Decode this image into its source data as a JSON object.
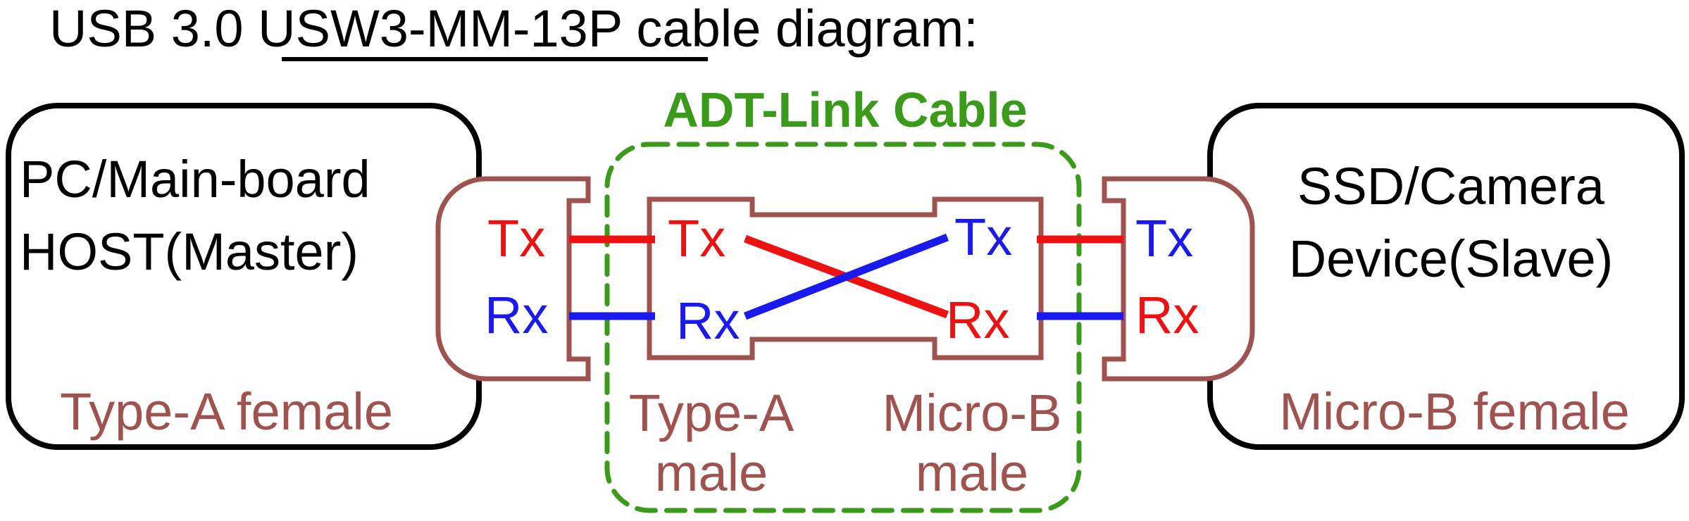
{
  "title": {
    "prefix": "USB 3.0 ",
    "model": "USW3-MM-13P",
    "suffix": " cable diagram:"
  },
  "host": {
    "line1": "PC/Main-board",
    "line2": "HOST(Master)",
    "connector_label": "Type-A female",
    "tx_label": "Tx",
    "rx_label": "Rx"
  },
  "cable": {
    "title": "ADT-Link Cable",
    "left_end": {
      "line1": "Type-A",
      "line2": "male",
      "tx_label": "Tx",
      "rx_label": "Rx"
    },
    "right_end": {
      "line1": "Micro-B",
      "line2": "male",
      "tx_label": "Tx",
      "rx_label": "Rx"
    }
  },
  "device": {
    "line1": "SSD/Camera",
    "line2": "Device(Slave)",
    "connector_label": "Micro-B female",
    "tx_label": "Tx",
    "rx_label": "Rx"
  },
  "colors": {
    "tx": "#ee1111",
    "rx": "#1a1aee",
    "connector": "#a0524f",
    "cable": "#3a9a1a",
    "outline": "#000000"
  }
}
